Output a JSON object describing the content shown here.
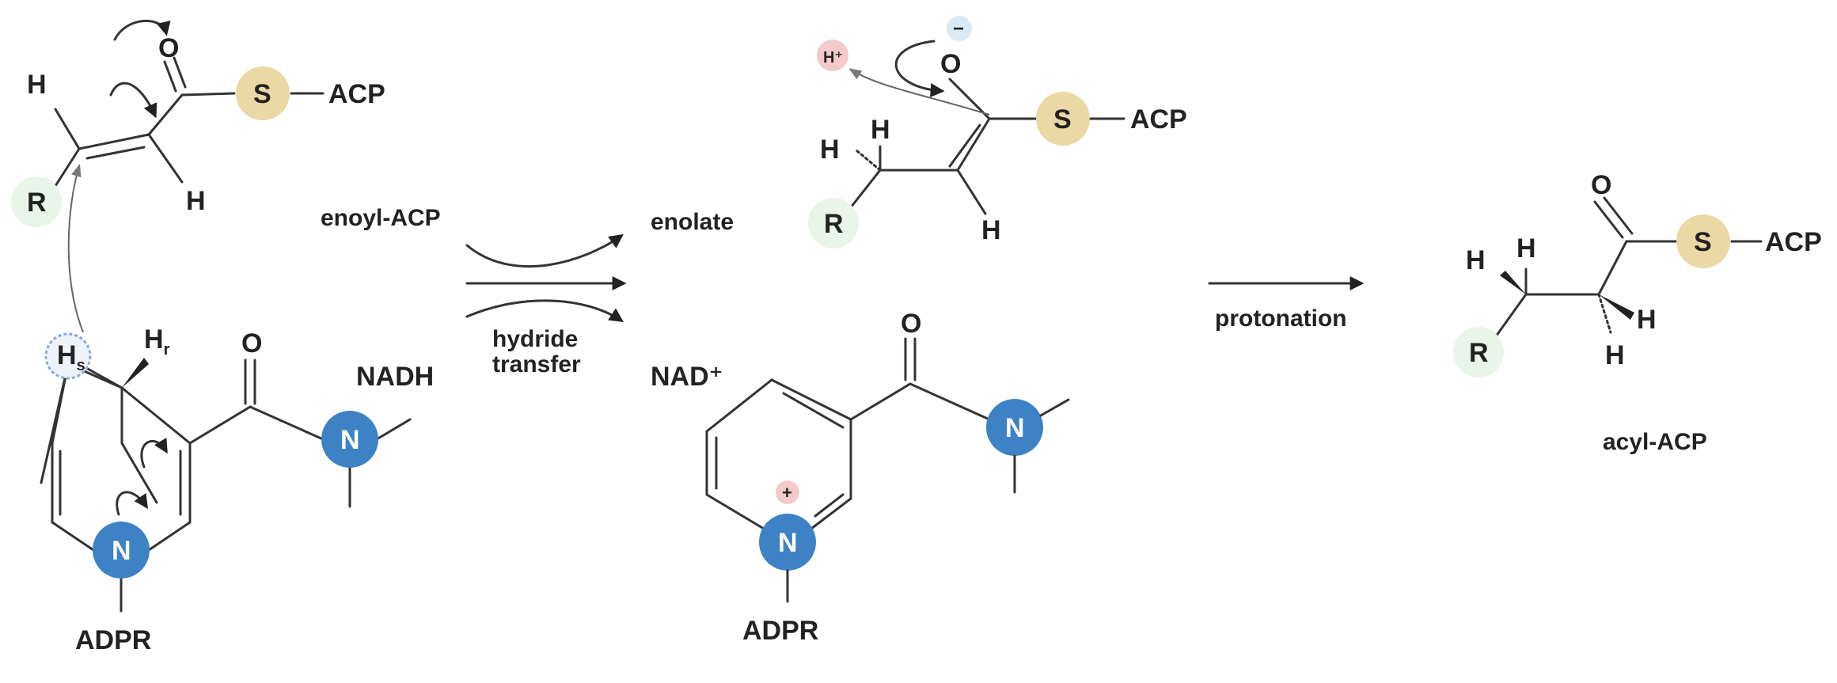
{
  "colors": {
    "n_atom": "#3d82c4",
    "s_atom": "#ead8a5",
    "r_group": "#e8f5e8",
    "charge_pos": "#f4c9c9",
    "charge_neg": "#dbe9f5",
    "bond": "#333333"
  },
  "atoms": {
    "o": "O",
    "s": "S",
    "n": "N",
    "h": "H",
    "r": "R",
    "acp": "ACP",
    "adpr": "ADPR",
    "hs_main": "H",
    "hs_sub": "s",
    "hr_main": "H",
    "hr_sub": "r",
    "hplus": "H⁺",
    "plus_sign": "+",
    "minus_sign": "−"
  },
  "labels": {
    "enoyl_acp": "enoyl-ACP",
    "nadh": "NADH",
    "hydride_transfer_1": "hydride",
    "hydride_transfer_2": "transfer",
    "enolate": "enolate",
    "nad_plus": "NAD⁺",
    "protonation": "protonation",
    "acyl_acp": "acyl-ACP"
  }
}
